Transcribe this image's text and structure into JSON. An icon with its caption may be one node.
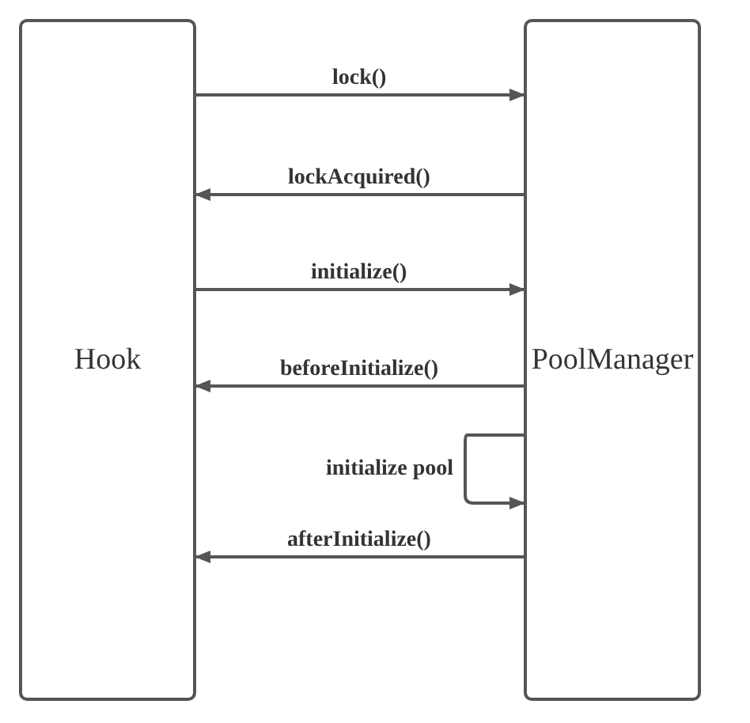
{
  "diagram": {
    "nodes": [
      {
        "text": [
          "Hook"
        ]
      },
      {
        "text": [
          "PoolManager"
        ]
      }
    ],
    "edges": [
      {
        "from": 0,
        "to": 1,
        "arrow": "to",
        "label": "lock()"
      },
      {
        "from": 1,
        "to": 0,
        "arrow": "to",
        "label": "lockAcquired()"
      },
      {
        "from": 0,
        "to": 1,
        "arrow": "to",
        "label": "initialize()"
      },
      {
        "from": 1,
        "to": 0,
        "arrow": "to",
        "label": "beforeInitialize()"
      },
      {
        "from": 1,
        "to": 1,
        "arrow": "to",
        "label": "initialize pool"
      },
      {
        "from": 1,
        "to": 0,
        "arrow": "to",
        "label": "afterInitialize()"
      }
    ]
  }
}
